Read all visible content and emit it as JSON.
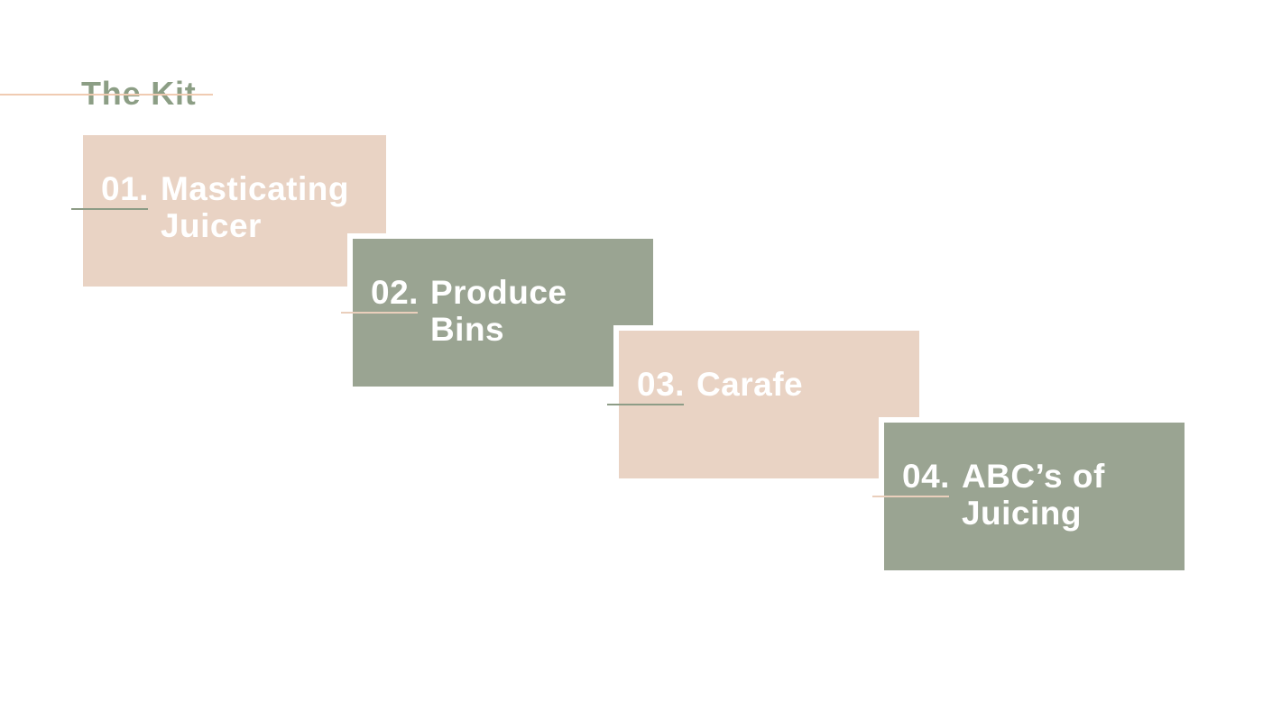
{
  "slide": {
    "title": "The Kit",
    "colors": {
      "title_text": "#8c9e85",
      "title_rule": "#f0cbb2",
      "card_pink": "#e9d3c4",
      "card_green": "#9aa492",
      "rule_green": "#8d9c86",
      "rule_peach": "#eacfbc",
      "card_text": "#ffffff",
      "background": "#ffffff"
    },
    "items": [
      {
        "number": "01.",
        "lines": [
          "Masticating",
          "Juicer"
        ],
        "full_label": "01. Masticating Juicer",
        "bg": "#e9d3c4",
        "underline": "#8d9c86"
      },
      {
        "number": "02.",
        "lines": [
          "Produce",
          "Bins"
        ],
        "full_label": "02. Produce Bins",
        "bg": "#9aa492",
        "underline": "#eacfbc"
      },
      {
        "number": "03.",
        "lines": [
          "Carafe"
        ],
        "full_label": "03. Carafe",
        "bg": "#e9d3c4",
        "underline": "#8d9c86"
      },
      {
        "number": "04.",
        "lines": [
          "ABC’s of",
          "Juicing"
        ],
        "full_label": "04. ABC’s of Juicing",
        "bg": "#9aa492",
        "underline": "#eacfbc"
      }
    ]
  }
}
